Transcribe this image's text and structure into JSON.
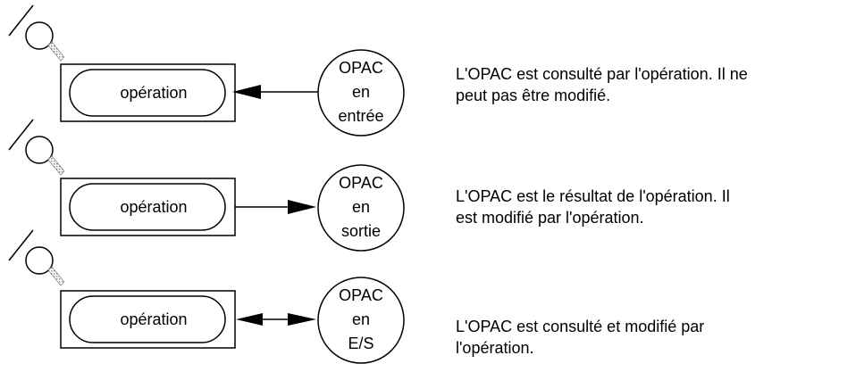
{
  "rows": [
    {
      "operation_label": "opération",
      "opac_lines": [
        "OPAC",
        "en",
        "entrée"
      ],
      "arrow": "left",
      "description": [
        "L'OPAC est consulté par l'opération. Il ne",
        "peut pas être modifié."
      ]
    },
    {
      "operation_label": "opération",
      "opac_lines": [
        "OPAC",
        "en",
        "sortie"
      ],
      "arrow": "right",
      "description": [
        "L'OPAC est le résultat de l'opération. Il",
        "est modifié par l'opération."
      ]
    },
    {
      "operation_label": "opération",
      "opac_lines": [
        "OPAC",
        "en",
        "E/S"
      ],
      "arrow": "both",
      "description": [
        "L'OPAC est consulté et modifié par",
        "l'opération."
      ]
    }
  ],
  "colors": {
    "stroke": "#000000",
    "hatch": "#999999"
  }
}
